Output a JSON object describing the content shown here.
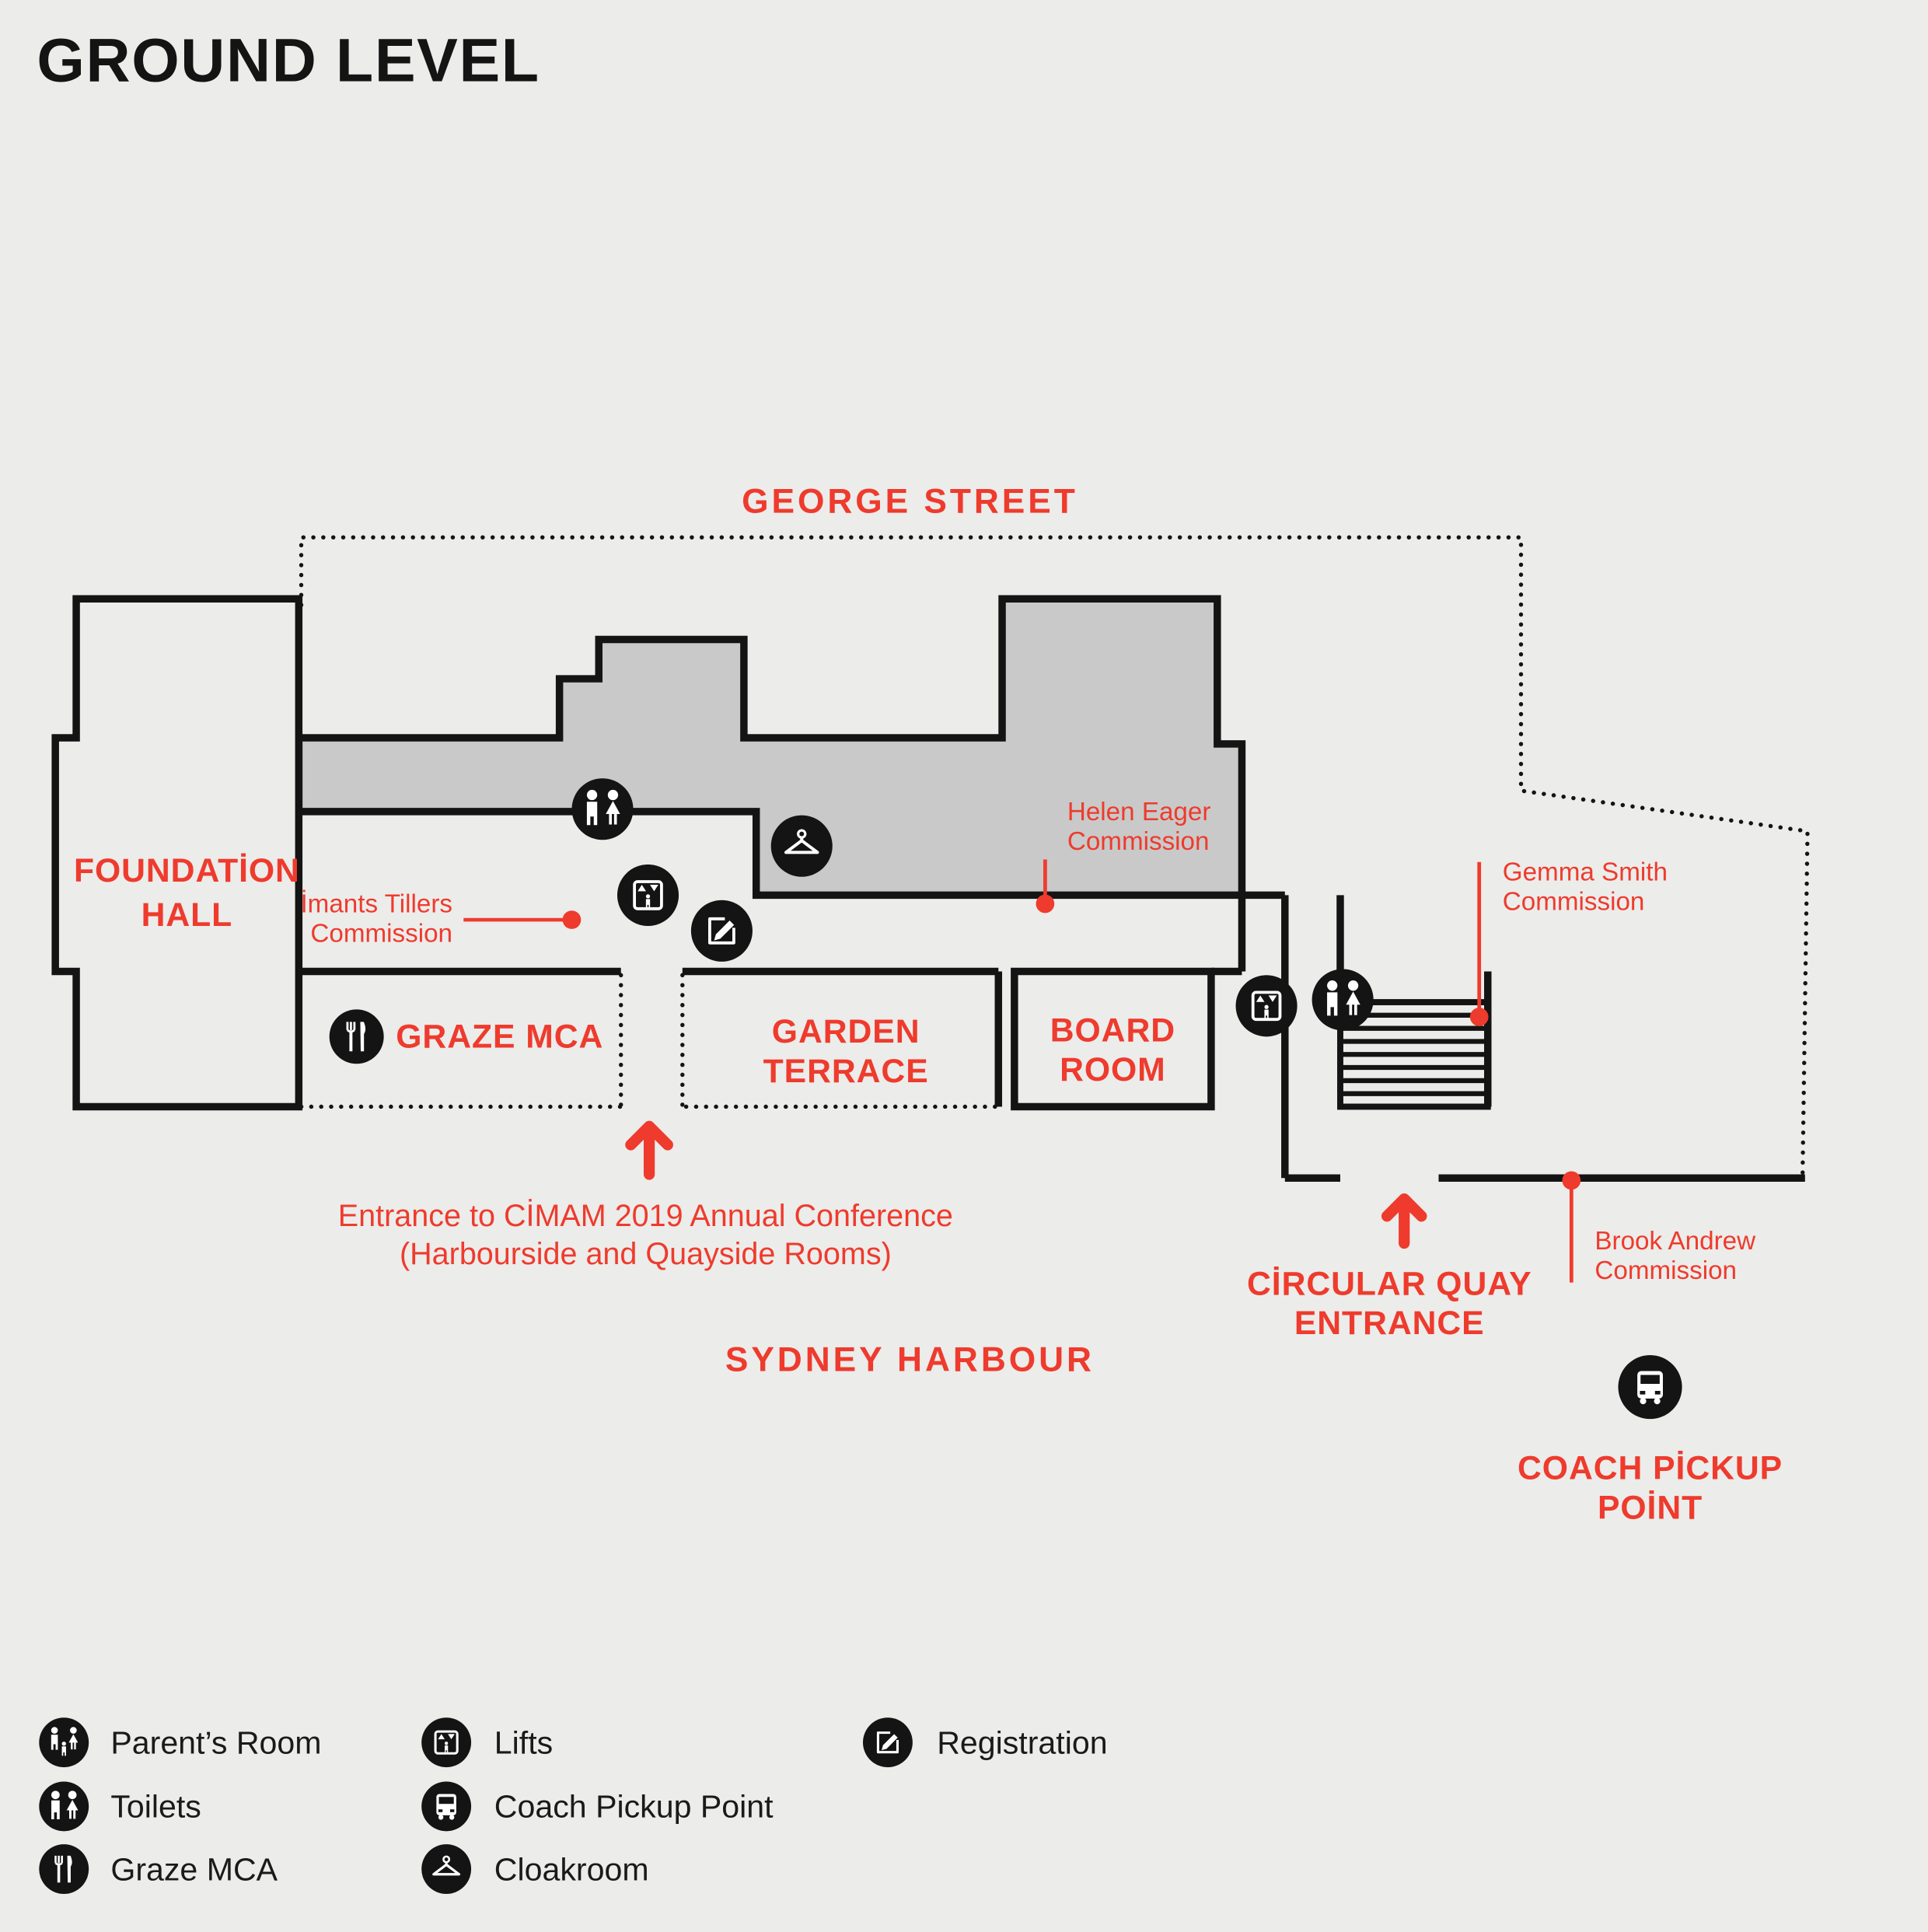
{
  "title": "GROUND LEVEL",
  "colors": {
    "red": "#ee3b2d",
    "ink": "#141414",
    "gray": "#c9c9c9",
    "bg": "#ececea"
  },
  "map": {
    "street_label": "GEORGE STREET",
    "harbour_label": "SYDNEY HARBOUR",
    "rooms": {
      "foundation_hall_line1": "FOUNDATİON",
      "foundation_hall_line2": "HALL",
      "graze_mca": "GRAZE MCA",
      "garden_terrace_line1": "GARDEN",
      "garden_terrace_line2": "TERRACE",
      "board_room_line1": "BOARD",
      "board_room_line2": "ROOM"
    },
    "commissions": {
      "imants_tillers_line1": "İmants Tillers",
      "imants_tillers_line2": "Commission",
      "helen_eager_line1": "Helen Eager",
      "helen_eager_line2": "Commission",
      "gemma_smith_line1": "Gemma Smith",
      "gemma_smith_line2": "Commission",
      "brook_andrew_line1": "Brook Andrew",
      "brook_andrew_line2": "Commission"
    },
    "entrances": {
      "conference_line1": "Entrance to CİMAM 2019 Annual Conference",
      "conference_line2": "(Harbourside and Quayside Rooms)",
      "circular_quay_line1": "CİRCULAR QUAY",
      "circular_quay_line2": "ENTRANCE",
      "coach_line1": "COACH PİCKUP",
      "coach_line2": "POİNT"
    }
  },
  "legend": {
    "items": [
      {
        "icon": "parents-room-icon",
        "label": "Parent’s Room"
      },
      {
        "icon": "toilets-icon",
        "label": "Toilets"
      },
      {
        "icon": "graze-mca-icon",
        "label": "Graze MCA"
      },
      {
        "icon": "lifts-icon",
        "label": "Lifts"
      },
      {
        "icon": "coach-pickup-icon",
        "label": "Coach Pickup Point"
      },
      {
        "icon": "cloakroom-icon",
        "label": "Cloakroom"
      },
      {
        "icon": "registration-icon",
        "label": "Registration"
      }
    ]
  }
}
